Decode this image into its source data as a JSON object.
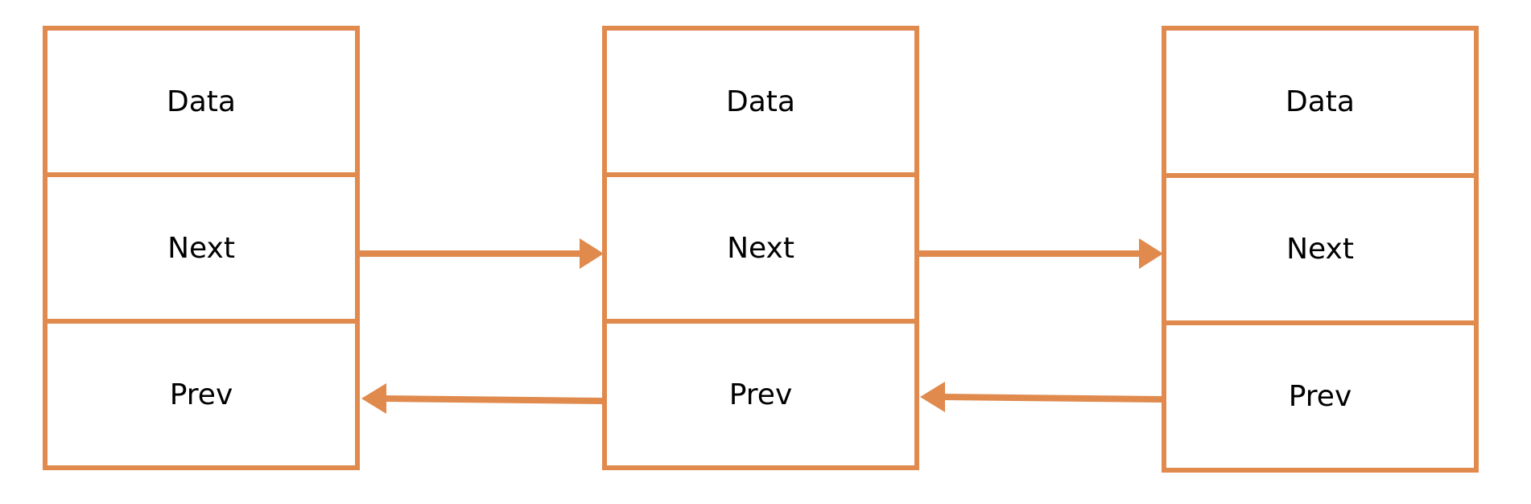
{
  "colors": {
    "stroke": "#E08A4E",
    "text": "#000000",
    "background": "#FFFFFF"
  },
  "nodes": [
    {
      "data_label": "Data",
      "next_label": "Next",
      "prev_label": "Prev"
    },
    {
      "data_label": "Data",
      "next_label": "Next",
      "prev_label": "Prev"
    },
    {
      "data_label": "Data",
      "next_label": "Next",
      "prev_label": "Prev"
    }
  ],
  "links": [
    {
      "type": "next",
      "from": 0,
      "to": 1
    },
    {
      "type": "next",
      "from": 1,
      "to": 2
    },
    {
      "type": "prev",
      "from": 1,
      "to": 0
    },
    {
      "type": "prev",
      "from": 2,
      "to": 1
    }
  ]
}
